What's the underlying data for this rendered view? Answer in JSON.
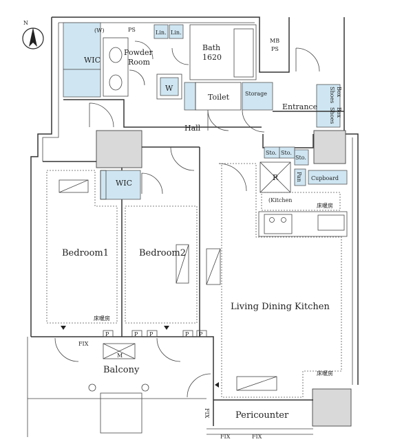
{
  "labels": {
    "bath": "Bath",
    "bath_size": "1620",
    "powder": "Powder",
    "room": "Room",
    "wic_top": "WIC",
    "w_small": "(W)",
    "ps": "PS",
    "lin1": "Lin.",
    "lin2": "Lin.",
    "mb": "MB",
    "ps2": "PS",
    "w_box": "W",
    "toilet": "Toilet",
    "storage": "Storage",
    "entrance": "Entrance",
    "shoes1a": "Shoes",
    "shoes1b": "Box",
    "shoes2a": "Shoes",
    "shoes2b": "Box",
    "hall": "Hall",
    "sto1": "Sto.",
    "sto2": "Sto.",
    "sto3": "Sto.",
    "r": "R",
    "pan": "Pan",
    "cupboard": "Cupboard",
    "kitchen": "(Kitchen",
    "floor_heat1": "床暖房",
    "wic_mid": "WIC",
    "bedroom1": "Bedroom1",
    "bedroom2": "Bedroom2",
    "ldk": "Living Dining Kitchen",
    "floor_heat2": "床暖房",
    "floor_heat3": "床暖房",
    "fix1": "FIX",
    "p1": "P",
    "p2": "P",
    "p3": "P",
    "p4": "P",
    "p5": "P",
    "m": "M",
    "balcony": "Balcony",
    "pericounter": "Pericounter",
    "fix2": "FIX",
    "fix3": "FIX",
    "fix4": "FIX"
  },
  "compass": {
    "letter": "N"
  },
  "colors": {
    "storage_fill": "#cfe6f2",
    "wall": "#333333",
    "column": "#d9d9d9"
  }
}
